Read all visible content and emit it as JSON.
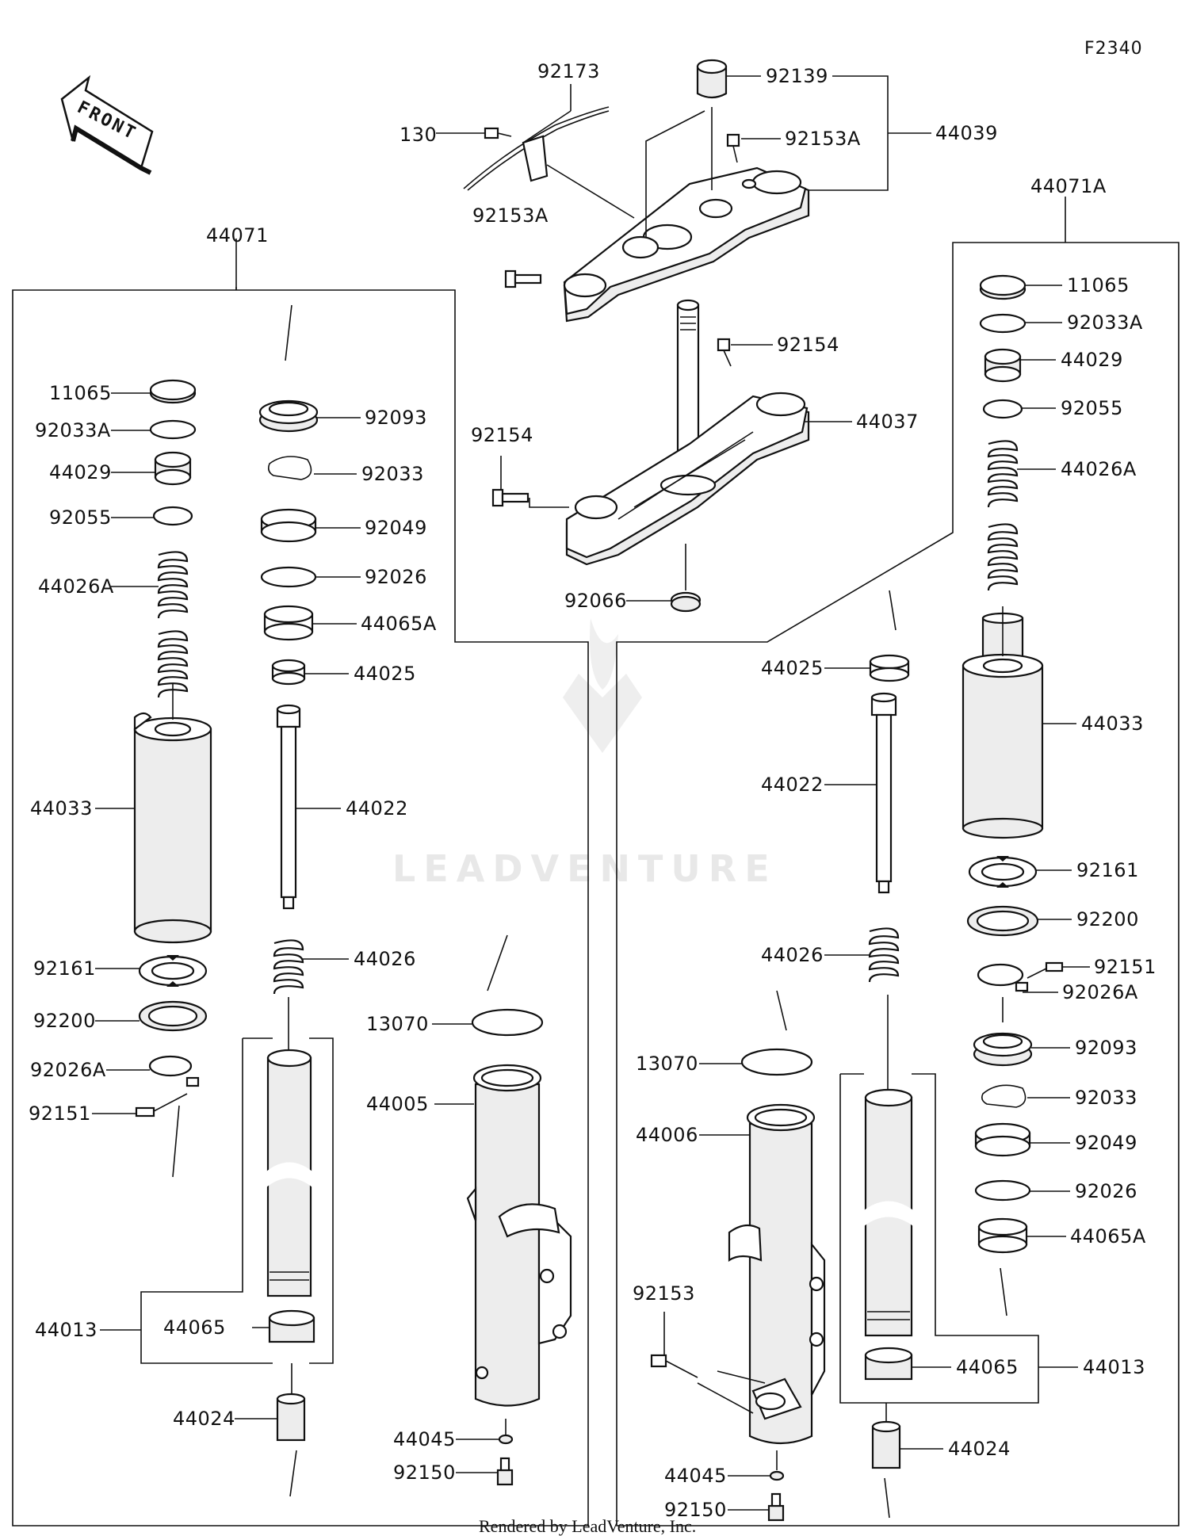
{
  "diagram": {
    "code": "F2340",
    "front_label": "FRONT",
    "footer": "Rendered by LeadVenture, Inc.",
    "watermark": "LEADVENTURE",
    "top_labels": [
      "92173",
      "130",
      "92139",
      "92153A",
      "44039",
      "92153A",
      "92154",
      "44037",
      "92154",
      "92066"
    ],
    "left_fork": {
      "assembly": "44071",
      "labels": [
        "11065",
        "92033A",
        "44029",
        "92055",
        "44026A",
        "44033",
        "92161",
        "92200",
        "92026A",
        "92151",
        "92093",
        "92033",
        "92049",
        "92026",
        "44065A",
        "44025",
        "44022",
        "44026",
        "44013",
        "44065",
        "44024",
        "13070",
        "44005",
        "44045",
        "92150"
      ]
    },
    "right_fork": {
      "assembly": "44071A",
      "labels": [
        "11065",
        "92033A",
        "44029",
        "92055",
        "44026A",
        "44033",
        "92161",
        "92200",
        "92151",
        "92026A",
        "92093",
        "92033",
        "92049",
        "92026",
        "44065A",
        "44025",
        "44022",
        "44026",
        "13070",
        "44006",
        "92153",
        "44045",
        "92150",
        "44065",
        "44013",
        "44024"
      ]
    }
  }
}
